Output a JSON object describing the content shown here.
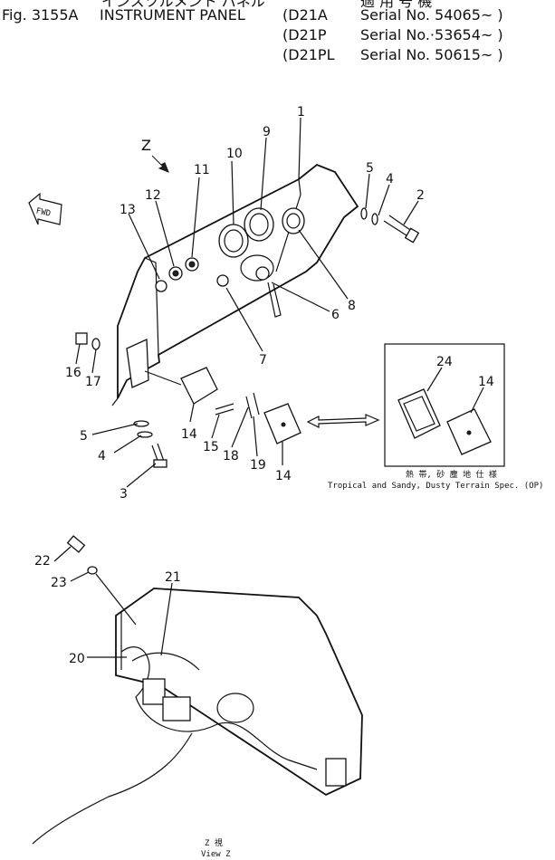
{
  "header": {
    "japanese_title": "インスツルメント パネル",
    "japanese_serial_label": "適 用 号 機",
    "fig_number": "Fig. 3155A",
    "title": "INSTRUMENT PANEL",
    "serials": [
      {
        "model": "(D21A",
        "serial": "Serial No. 54065~ )"
      },
      {
        "model": "(D21P",
        "serial": "Serial No.·53654~ )"
      },
      {
        "model": "(D21PL",
        "serial": "Serial No. 50615~ )"
      }
    ]
  },
  "view_marker": "Z",
  "fwd_label": "FWD",
  "option": {
    "jp_label": "熱 帯, 砂 塵 地 仕 様",
    "label": "Tropical and Sandy, Dusty Terrain Spec. (OP)"
  },
  "view_label": {
    "jp": "Z 視",
    "en": "View Z"
  },
  "callouts": [
    {
      "id": "c1",
      "text": "1"
    },
    {
      "id": "c2",
      "text": "2"
    },
    {
      "id": "c3",
      "text": "3"
    },
    {
      "id": "c4a",
      "text": "4"
    },
    {
      "id": "c4b",
      "text": "4"
    },
    {
      "id": "c5a",
      "text": "5"
    },
    {
      "id": "c5b",
      "text": "5"
    },
    {
      "id": "c6",
      "text": "6"
    },
    {
      "id": "c7",
      "text": "7"
    },
    {
      "id": "c8",
      "text": "8"
    },
    {
      "id": "c9",
      "text": "9"
    },
    {
      "id": "c10",
      "text": "10"
    },
    {
      "id": "c11",
      "text": "11"
    },
    {
      "id": "c12",
      "text": "12"
    },
    {
      "id": "c13",
      "text": "13"
    },
    {
      "id": "c14a",
      "text": "14"
    },
    {
      "id": "c14b",
      "text": "14"
    },
    {
      "id": "c14c",
      "text": "14"
    },
    {
      "id": "c15",
      "text": "15"
    },
    {
      "id": "c16",
      "text": "16"
    },
    {
      "id": "c17",
      "text": "17"
    },
    {
      "id": "c18",
      "text": "18"
    },
    {
      "id": "c19",
      "text": "19"
    },
    {
      "id": "c20",
      "text": "20"
    },
    {
      "id": "c21",
      "text": "21"
    },
    {
      "id": "c22",
      "text": "22"
    },
    {
      "id": "c23",
      "text": "23"
    },
    {
      "id": "c24",
      "text": "24"
    }
  ]
}
